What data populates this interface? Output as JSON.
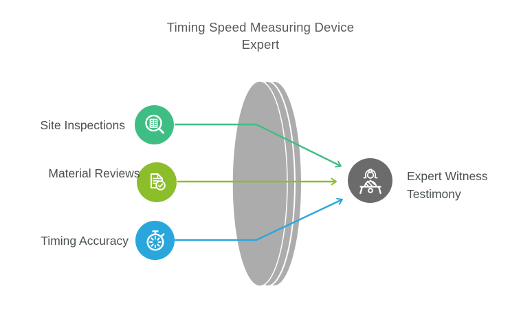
{
  "title": "Timing Speed Measuring Device Expert",
  "inputs": [
    {
      "label": "Site Inspections",
      "icon": "site-inspection-magnifier-icon",
      "color": "#3EBE82"
    },
    {
      "label": "Material Reviews",
      "icon": "material-review-document-check-icon",
      "color": "#8CBD2B"
    },
    {
      "label": "Timing Accuracy",
      "icon": "timing-stopwatch-icon",
      "color": "#29A7DC"
    }
  ],
  "output": {
    "label": "Expert Witness Testimony",
    "icon": "expert-witness-desk-icon",
    "color": "#6B6B6B"
  },
  "lens": {
    "shape": "three-layer lens disc",
    "color": "#ACACAC"
  },
  "colors": {
    "green": "#3EBE82",
    "olive": "#8CBD2B",
    "blue": "#29A7DC",
    "dark_gray_circle": "#6B6B6B",
    "lens_gray": "#ACACAC",
    "title_text": "#58595B",
    "label_text": "#4A524B",
    "background": "#FFFFFF"
  }
}
